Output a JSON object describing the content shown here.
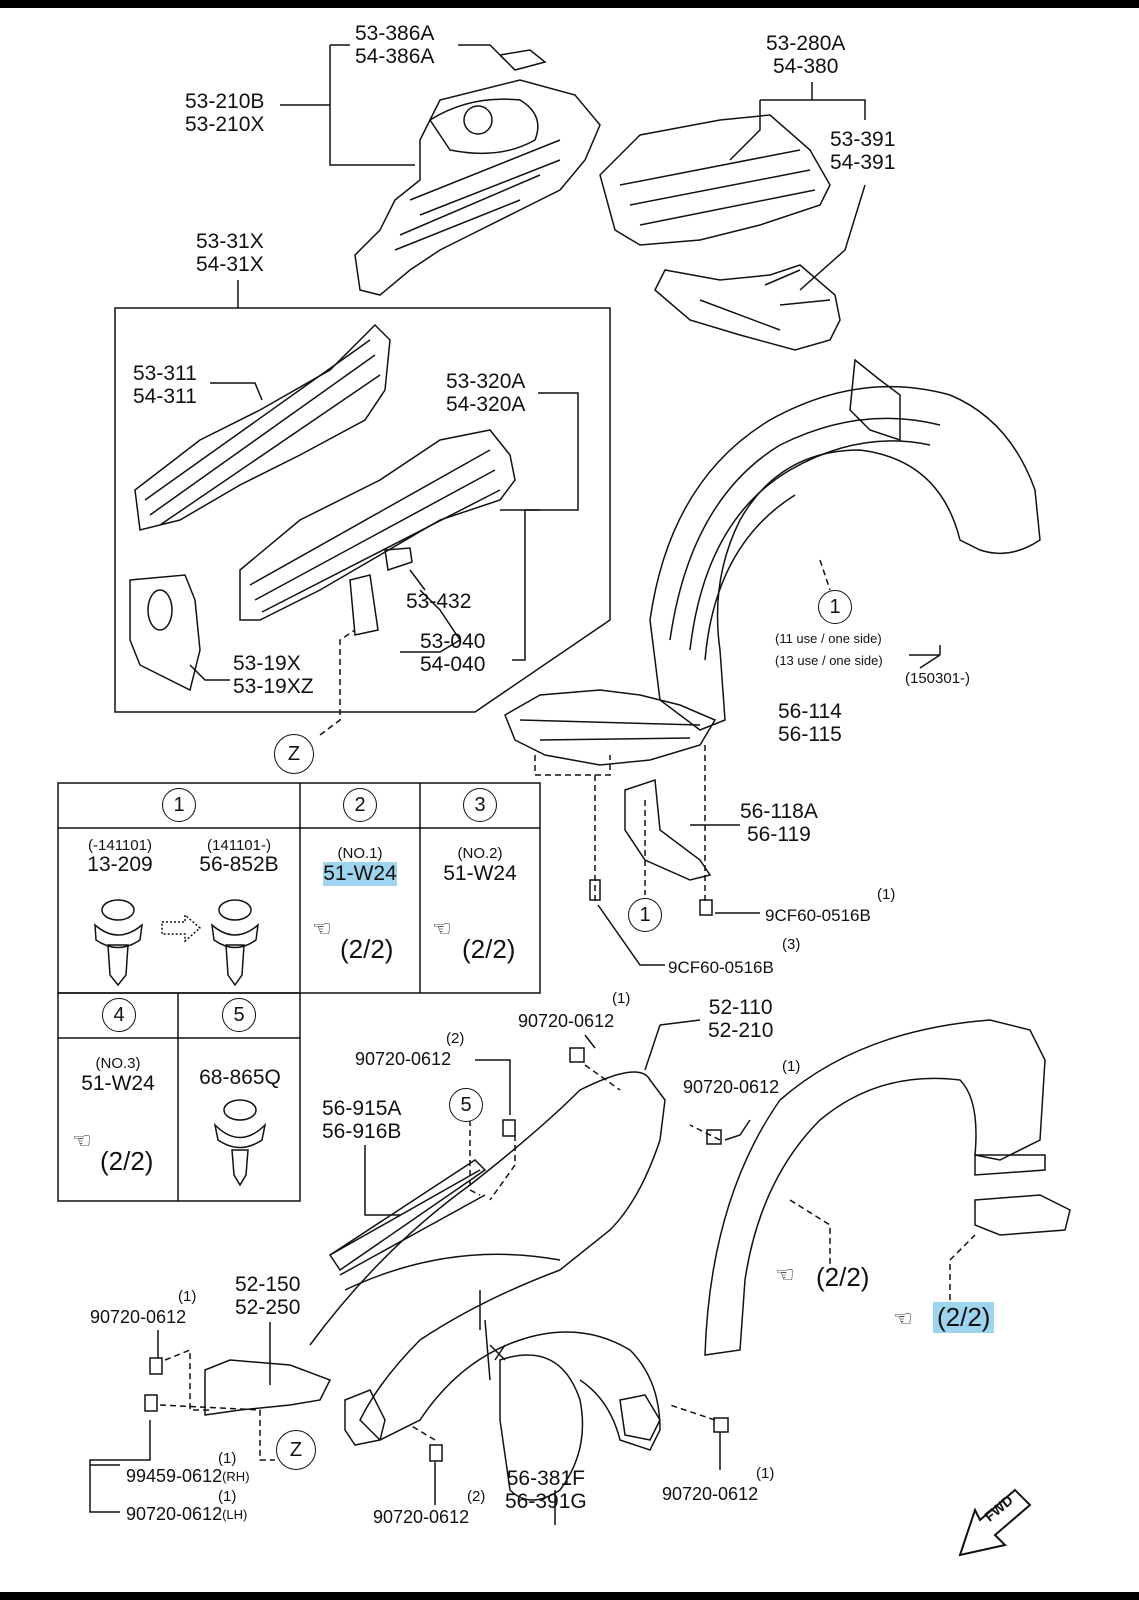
{
  "diagram": {
    "parts": {
      "p386": [
        "53-386A",
        "54-386A"
      ],
      "p210": [
        "53-210B",
        "53-210X"
      ],
      "p280": [
        "53-280A",
        "54-380"
      ],
      "p391": [
        "53-391",
        "54-391"
      ],
      "p31x": [
        "53-31X",
        "54-31X"
      ],
      "p311": [
        "53-311",
        "54-311"
      ],
      "p320": [
        "53-320A",
        "54-320A"
      ],
      "p432": "53-432",
      "p040": [
        "53-040",
        "54-040"
      ],
      "p19x": [
        "53-19X",
        "53-19XZ"
      ],
      "p114": [
        "56-114",
        "56-115"
      ],
      "p118": [
        "56-118A",
        "56-119"
      ],
      "p110": [
        "52-110",
        "52-210"
      ],
      "p915": [
        "56-915A",
        "56-916B"
      ],
      "p150": [
        "52-150",
        "52-250"
      ],
      "p381": [
        "56-381F",
        "56-391G"
      ]
    },
    "use_notes": {
      "line1": "(11 use / one side)",
      "line2": "(13 use / one side)",
      "date": "(150301-)"
    },
    "fasteners": {
      "f9cf1": "9CF60-0516B",
      "f9cf1_ref": "(1)",
      "f9cf3": "9CF60-0516B",
      "f9cf3_ref": "(3)",
      "f0612a": "90720-0612",
      "f0612a_ref": "(1)",
      "f0612b": "90720-0612",
      "f0612b_ref": "(2)",
      "f0612c": "90720-0612",
      "f0612c_ref": "(1)",
      "f0612d": "90720-0612",
      "f0612d_ref": "(1)",
      "f0612e": "90720-0612",
      "f0612e_ref": "(2)",
      "f0612f": "90720-0612",
      "f0612f_ref": "(1)",
      "f99459": "99459-0612",
      "f99459_ref": "(1)",
      "f99459_side": "(RH)",
      "f0612lh": "90720-0612",
      "f0612lh_ref": "(1)",
      "f0612lh_side": "(LH)"
    },
    "refs": {
      "z": "Z",
      "one": "1",
      "five": "5"
    },
    "page_ref": "(2/2)",
    "fwd": "FWD"
  },
  "legend": {
    "c1": "1",
    "c2": "2",
    "c3": "3",
    "c4": "4",
    "c5": "5",
    "c1a_date": "(-141101)",
    "c1a_part": "13-209",
    "c1b_date": "(141101-)",
    "c1b_part": "56-852B",
    "c2_no": "(NO.1)",
    "c2_part": "51-W24",
    "c2_ref": "(2/2)",
    "c3_no": "(NO.2)",
    "c3_part": "51-W24",
    "c3_ref": "(2/2)",
    "c4_no": "(NO.3)",
    "c4_part": "51-W24",
    "c4_ref": "(2/2)",
    "c5_part": "68-865Q"
  },
  "colors": {
    "highlight": "#9fd4ef",
    "line": "#111111"
  }
}
